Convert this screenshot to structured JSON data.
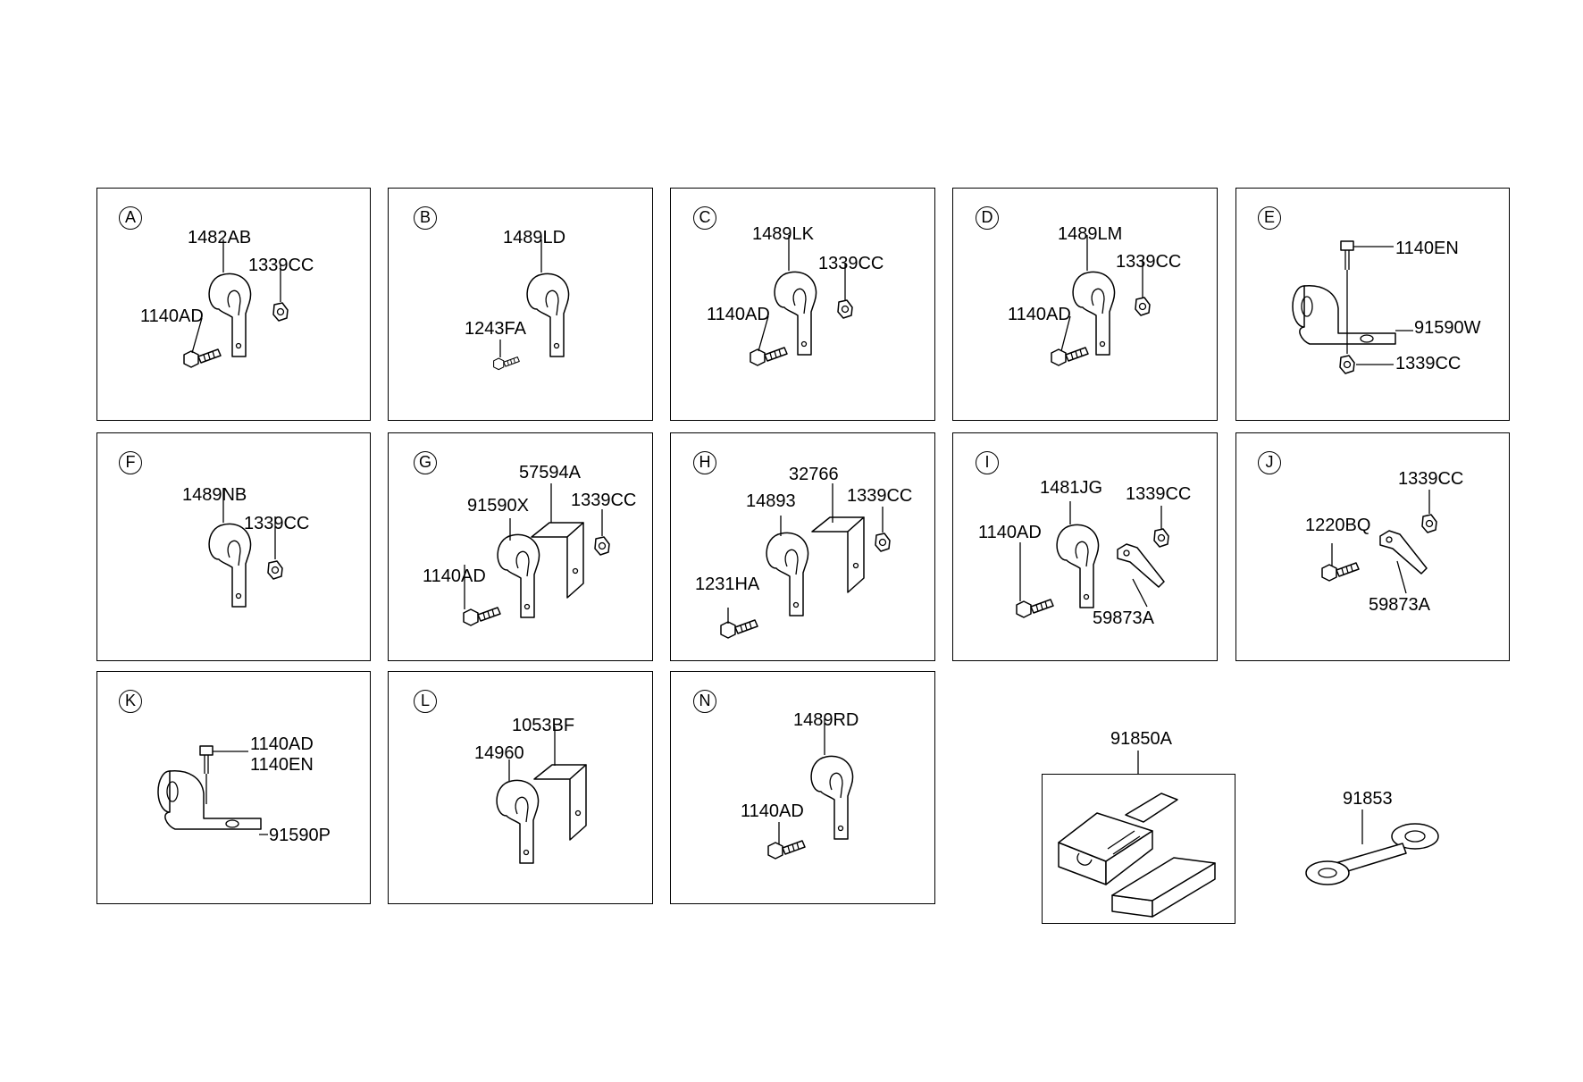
{
  "panels": [
    {
      "letter": "A",
      "parts": [
        "1482AB",
        "1339CC",
        "1140AD"
      ]
    },
    {
      "letter": "B",
      "parts": [
        "1489LD",
        "1243FA"
      ]
    },
    {
      "letter": "C",
      "parts": [
        "1489LK",
        "1339CC",
        "1140AD"
      ]
    },
    {
      "letter": "D",
      "parts": [
        "1489LM",
        "1339CC",
        "1140AD"
      ]
    },
    {
      "letter": "E",
      "parts": [
        "1140EN",
        "91590W",
        "1339CC"
      ]
    },
    {
      "letter": "F",
      "parts": [
        "1489NB",
        "1339CC"
      ]
    },
    {
      "letter": "G",
      "parts": [
        "57594A",
        "1339CC",
        "91590X",
        "1140AD"
      ]
    },
    {
      "letter": "H",
      "parts": [
        "32766",
        "1339CC",
        "14893",
        "1231HA"
      ]
    },
    {
      "letter": "I",
      "parts": [
        "1481JG",
        "1339CC",
        "1140AD",
        "59873A"
      ]
    },
    {
      "letter": "J",
      "parts": [
        "1339CC",
        "1220BQ",
        "59873A"
      ]
    },
    {
      "letter": "K",
      "parts": [
        "1140AD",
        "1140EN",
        "91590P"
      ]
    },
    {
      "letter": "L",
      "parts": [
        "1053BF",
        "14960"
      ]
    },
    {
      "letter": "N",
      "parts": [
        "1489RD",
        "1140AD"
      ]
    }
  ],
  "loose_parts": [
    "91850A",
    "91853"
  ]
}
